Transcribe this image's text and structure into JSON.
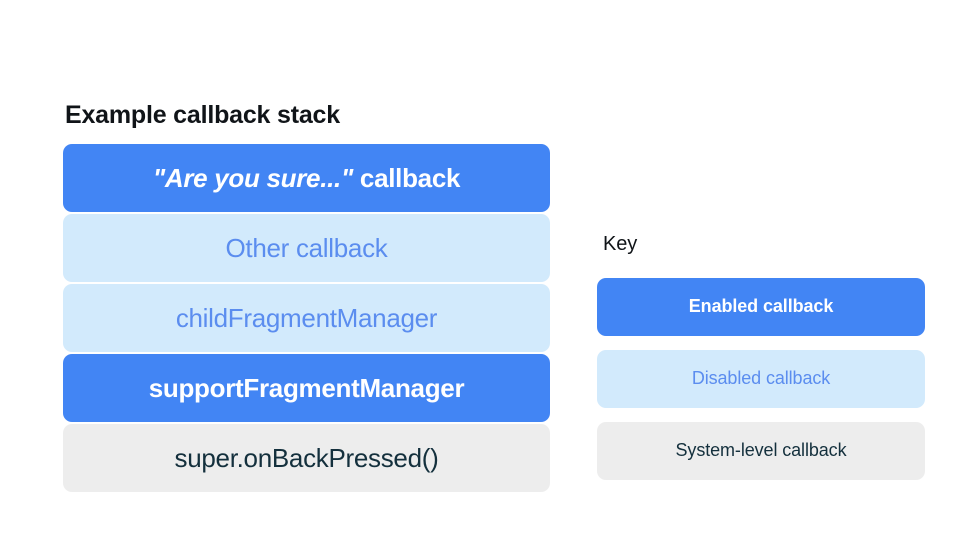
{
  "stack": {
    "title": "Example callback stack",
    "bars": [
      {
        "label": "\"Are you sure...\" callback",
        "quoted_part": "\"Are you sure...\"",
        "plain_part": " callback",
        "state": "enabled"
      },
      {
        "label": "Other callback",
        "state": "disabled"
      },
      {
        "label": "childFragmentManager",
        "state": "disabled"
      },
      {
        "label": "supportFragmentManager",
        "state": "enabled"
      },
      {
        "label": "super.onBackPressed()",
        "state": "system"
      }
    ]
  },
  "key": {
    "title": "Key",
    "items": [
      {
        "label": "Enabled callback",
        "state": "enabled"
      },
      {
        "label": "Disabled callback",
        "state": "disabled"
      },
      {
        "label": "System-level callback",
        "state": "system"
      }
    ]
  },
  "colors": {
    "enabled_fill": "#4285f4",
    "enabled_text": "#ffffff",
    "disabled_fill": "#d2eafc",
    "disabled_text": "#5b8def",
    "system_fill": "#ededed",
    "system_text": "#14303d",
    "background": "#ffffff",
    "heading_text": "#101418"
  }
}
